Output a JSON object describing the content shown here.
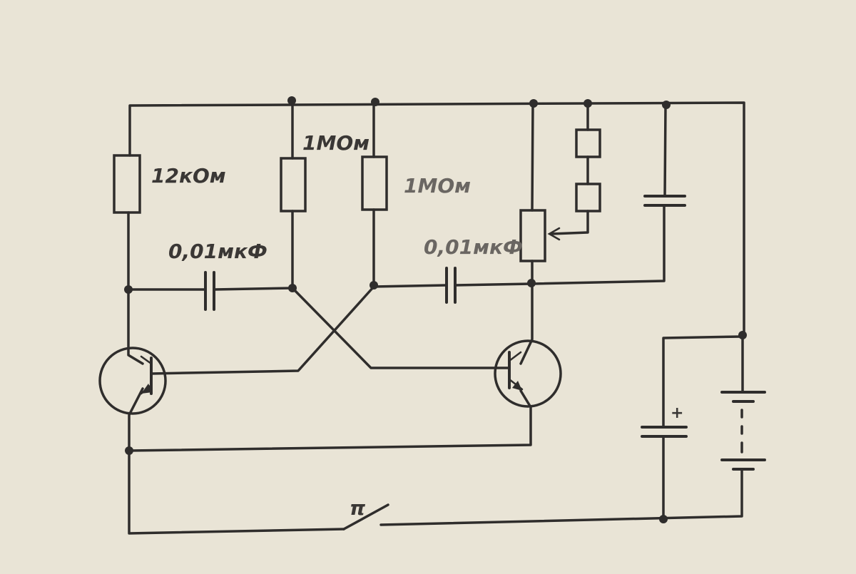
{
  "labels": {
    "r1": "12кОм",
    "r2": "1МОм",
    "r3": "1МОм",
    "c1": "0,01мкФ",
    "c2": "0,01мкФ",
    "plus": "+",
    "switch_mark": "π"
  },
  "colors": {
    "paper": "#e9e4d6",
    "ink": "#2f2d2c"
  }
}
